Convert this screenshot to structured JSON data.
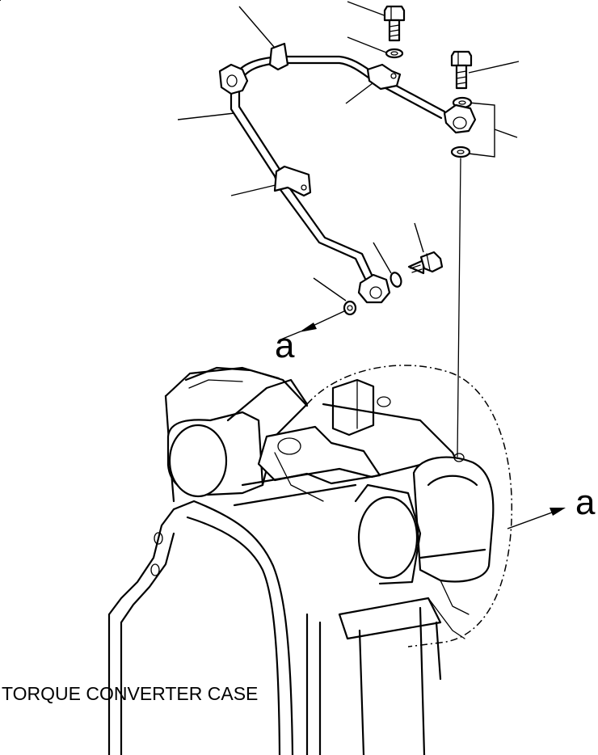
{
  "labels": {
    "case_label": "TORQUE CONVERTER CASE",
    "view_a_upper": "a",
    "view_a_right": "a"
  }
}
